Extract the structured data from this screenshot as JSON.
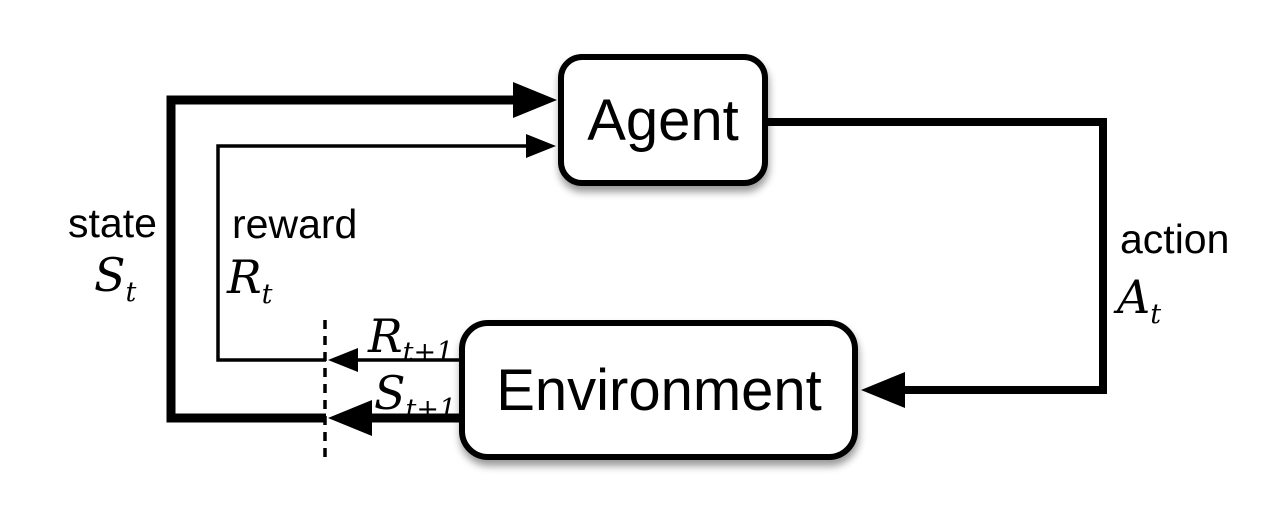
{
  "nodes": {
    "agent": {
      "label": "Agent"
    },
    "environment": {
      "label": "Environment"
    }
  },
  "edges": {
    "state": {
      "word": "state",
      "symbol_base": "S",
      "symbol_sub": "t"
    },
    "reward": {
      "word": "reward",
      "symbol_base": "R",
      "symbol_sub": "t"
    },
    "action": {
      "word": "action",
      "symbol_base": "A",
      "symbol_sub": "t"
    },
    "next_reward": {
      "symbol_base": "R",
      "symbol_sub": "t+1"
    },
    "next_state": {
      "symbol_base": "S",
      "symbol_sub": "t+1"
    }
  },
  "colors": {
    "line": "#000000",
    "box_fill": "#ffffff",
    "background": "#ffffff"
  }
}
